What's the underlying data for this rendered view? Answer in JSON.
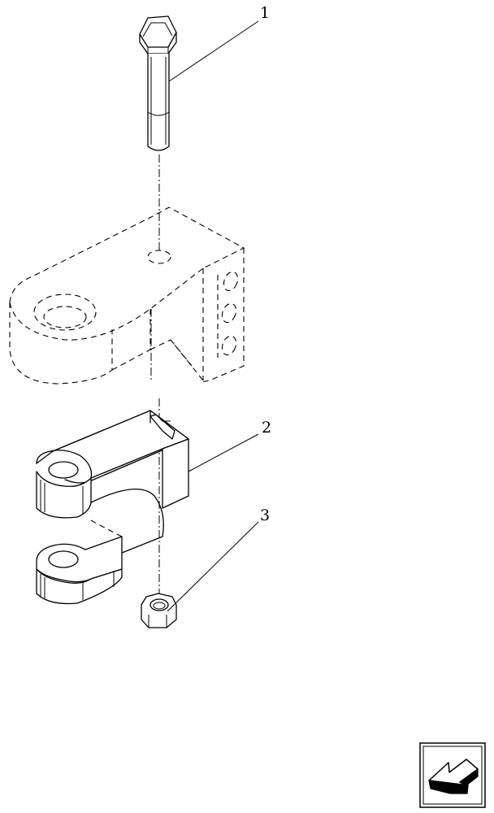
{
  "callouts": [
    {
      "id": "1",
      "label": "1"
    },
    {
      "id": "2",
      "label": "2"
    },
    {
      "id": "3",
      "label": "3"
    }
  ],
  "icons": {
    "nav_arrow": "back-arrow-icon"
  }
}
